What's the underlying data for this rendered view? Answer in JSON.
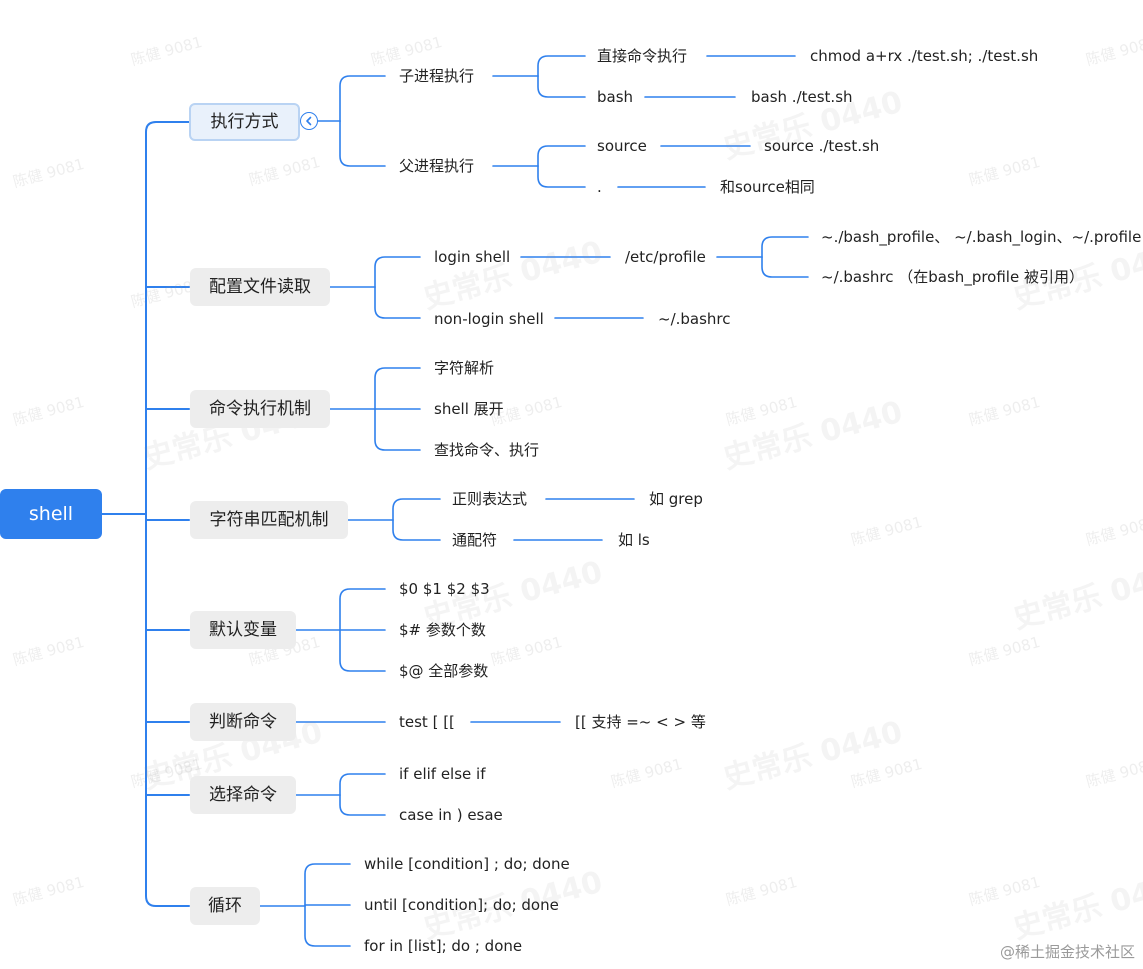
{
  "root": {
    "label": "shell"
  },
  "branches": [
    {
      "label": "执行方式",
      "children": [
        {
          "label": "子进程执行",
          "children": [
            {
              "label": "直接命令执行",
              "children": [
                {
                  "label": "chmod a+rx ./test.sh; ./test.sh"
                }
              ]
            },
            {
              "label": "bash",
              "children": [
                {
                  "label": "bash ./test.sh"
                }
              ]
            }
          ]
        },
        {
          "label": "父进程执行",
          "children": [
            {
              "label": "source",
              "children": [
                {
                  "label": "source ./test.sh"
                }
              ]
            },
            {
              "label": ".",
              "children": [
                {
                  "label": "和source相同"
                }
              ]
            }
          ]
        }
      ]
    },
    {
      "label": "配置文件读取",
      "children": [
        {
          "label": "login shell",
          "children": [
            {
              "label": "/etc/profile",
              "children": [
                {
                  "label": "~./bash_profile、 ~/.bash_login、~/.profile"
                },
                {
                  "label": "~/.bashrc （在bash_profile 被引用）"
                }
              ]
            }
          ]
        },
        {
          "label": "non-login shell",
          "children": [
            {
              "label": "~/.bashrc"
            }
          ]
        }
      ]
    },
    {
      "label": "命令执行机制",
      "children": [
        {
          "label": "字符解析"
        },
        {
          "label": "shell 展开"
        },
        {
          "label": "查找命令、执行"
        }
      ]
    },
    {
      "label": "字符串匹配机制",
      "children": [
        {
          "label": "正则表达式",
          "children": [
            {
              "label": "如 grep"
            }
          ]
        },
        {
          "label": "通配符",
          "children": [
            {
              "label": "如 ls"
            }
          ]
        }
      ]
    },
    {
      "label": "默认变量",
      "children": [
        {
          "label": "$0 $1 $2 $3"
        },
        {
          "label": "$# 参数个数"
        },
        {
          "label": "$@  全部参数"
        }
      ]
    },
    {
      "label": "判断命令",
      "children": [
        {
          "label": "test [  [[",
          "children": [
            {
              "label": "[[ 支持 =~  <  > 等"
            }
          ]
        }
      ]
    },
    {
      "label": "选择命令",
      "children": [
        {
          "label": "if elif  else if"
        },
        {
          "label": "case in  )  esae"
        }
      ]
    },
    {
      "label": "循环",
      "children": [
        {
          "label": "while  [condition] ; do;  done"
        },
        {
          "label": "until [condition]; do; done"
        },
        {
          "label": "for in [list]; do ; done"
        }
      ]
    }
  ],
  "watermark": {
    "name": "陈健 9081",
    "brand": "史常乐 0440"
  },
  "credit": "@稀土掘金技术社区",
  "colors": {
    "accent": "#2F80ED",
    "node_bg": "#ededed",
    "selected_bg": "#e9f1fb",
    "selected_border": "#b9d3f3"
  },
  "icons": {
    "collapse": "chevron-left-icon"
  }
}
